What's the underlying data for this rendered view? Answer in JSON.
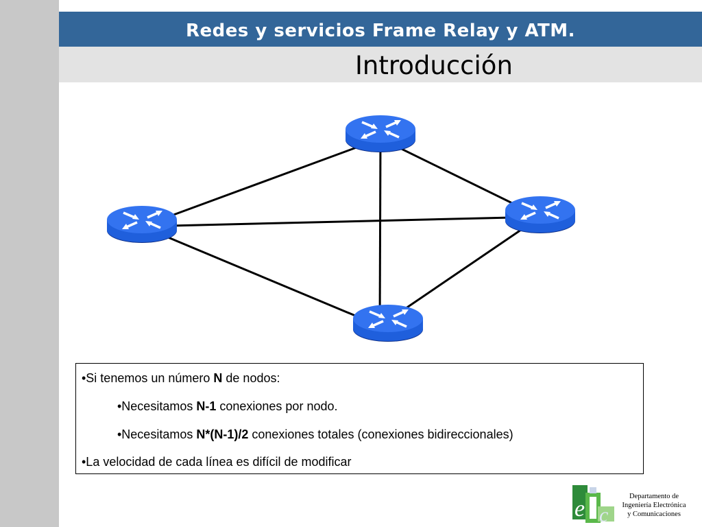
{
  "header": {
    "title": "Redes y servicios Frame Relay y ATM."
  },
  "slide": {
    "subtitle": "Introducción"
  },
  "colors": {
    "header_band": "#336699",
    "sidebar": "#c8c8c8",
    "subtitle_band": "#e3e3e3",
    "router_blue": "#1f5fdc",
    "router_dark": "#0d2f8a"
  },
  "diagram": {
    "nodes": [
      {
        "id": "router-top",
        "icon": "router-icon"
      },
      {
        "id": "router-left",
        "icon": "router-icon"
      },
      {
        "id": "router-right",
        "icon": "router-icon"
      },
      {
        "id": "router-bottom",
        "icon": "router-icon"
      }
    ],
    "edges": [
      [
        "router-top",
        "router-left"
      ],
      [
        "router-top",
        "router-right"
      ],
      [
        "router-top",
        "router-bottom"
      ],
      [
        "router-left",
        "router-right"
      ],
      [
        "router-left",
        "router-bottom"
      ],
      [
        "router-right",
        "router-bottom"
      ]
    ]
  },
  "bullets": {
    "b1": {
      "pre": "•Si tenemos un número ",
      "bold": "N",
      "post": " de nodos:"
    },
    "b2": {
      "pre": "•Necesitamos ",
      "bold": "N-1",
      "post": " conexiones por nodo."
    },
    "b3": {
      "pre": "•Necesitamos ",
      "bold": "N*(N-1)/2",
      "post": " conexiones totales (conexiones bidireccionales)"
    },
    "b4": {
      "text": "•La velocidad de cada línea es difícil de modificar"
    }
  },
  "logo": {
    "letters": "eic",
    "line1": "Departamento de",
    "line2": "Ingeniería Electrónica",
    "line3": "y Comunicaciones"
  }
}
